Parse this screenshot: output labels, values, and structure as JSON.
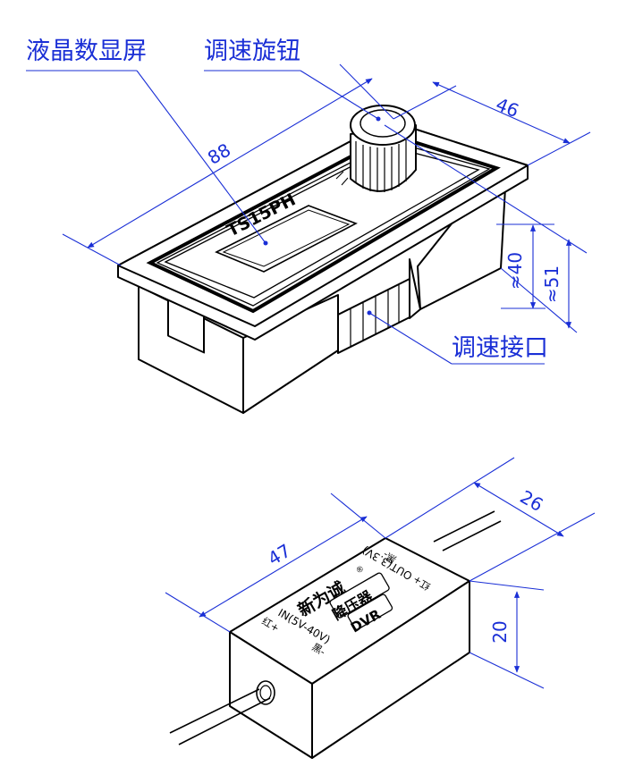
{
  "top_device": {
    "callouts": {
      "lcd_display": "液晶数显屏",
      "speed_knob": "调速旋钮",
      "speed_port": "调速接口"
    },
    "dimensions": {
      "length": "88",
      "width": "46",
      "height_inner": "≈40",
      "height_outer": "≈51"
    },
    "model_label": "TS15PH"
  },
  "bottom_device": {
    "dimensions": {
      "length": "47",
      "width": "26",
      "height": "20"
    },
    "brand": "新为诚",
    "registered_mark": "®",
    "product_name": "降压器",
    "product_code": "DVR",
    "input_label": "IN(5V-40V)",
    "input_pos": "红+",
    "input_neg": "黑-",
    "output_label": "OUT(3.3V)",
    "output_pos": "红+",
    "output_neg": "黑-"
  },
  "colors": {
    "dimension": "#1a2fd6",
    "ink": "#000000"
  }
}
